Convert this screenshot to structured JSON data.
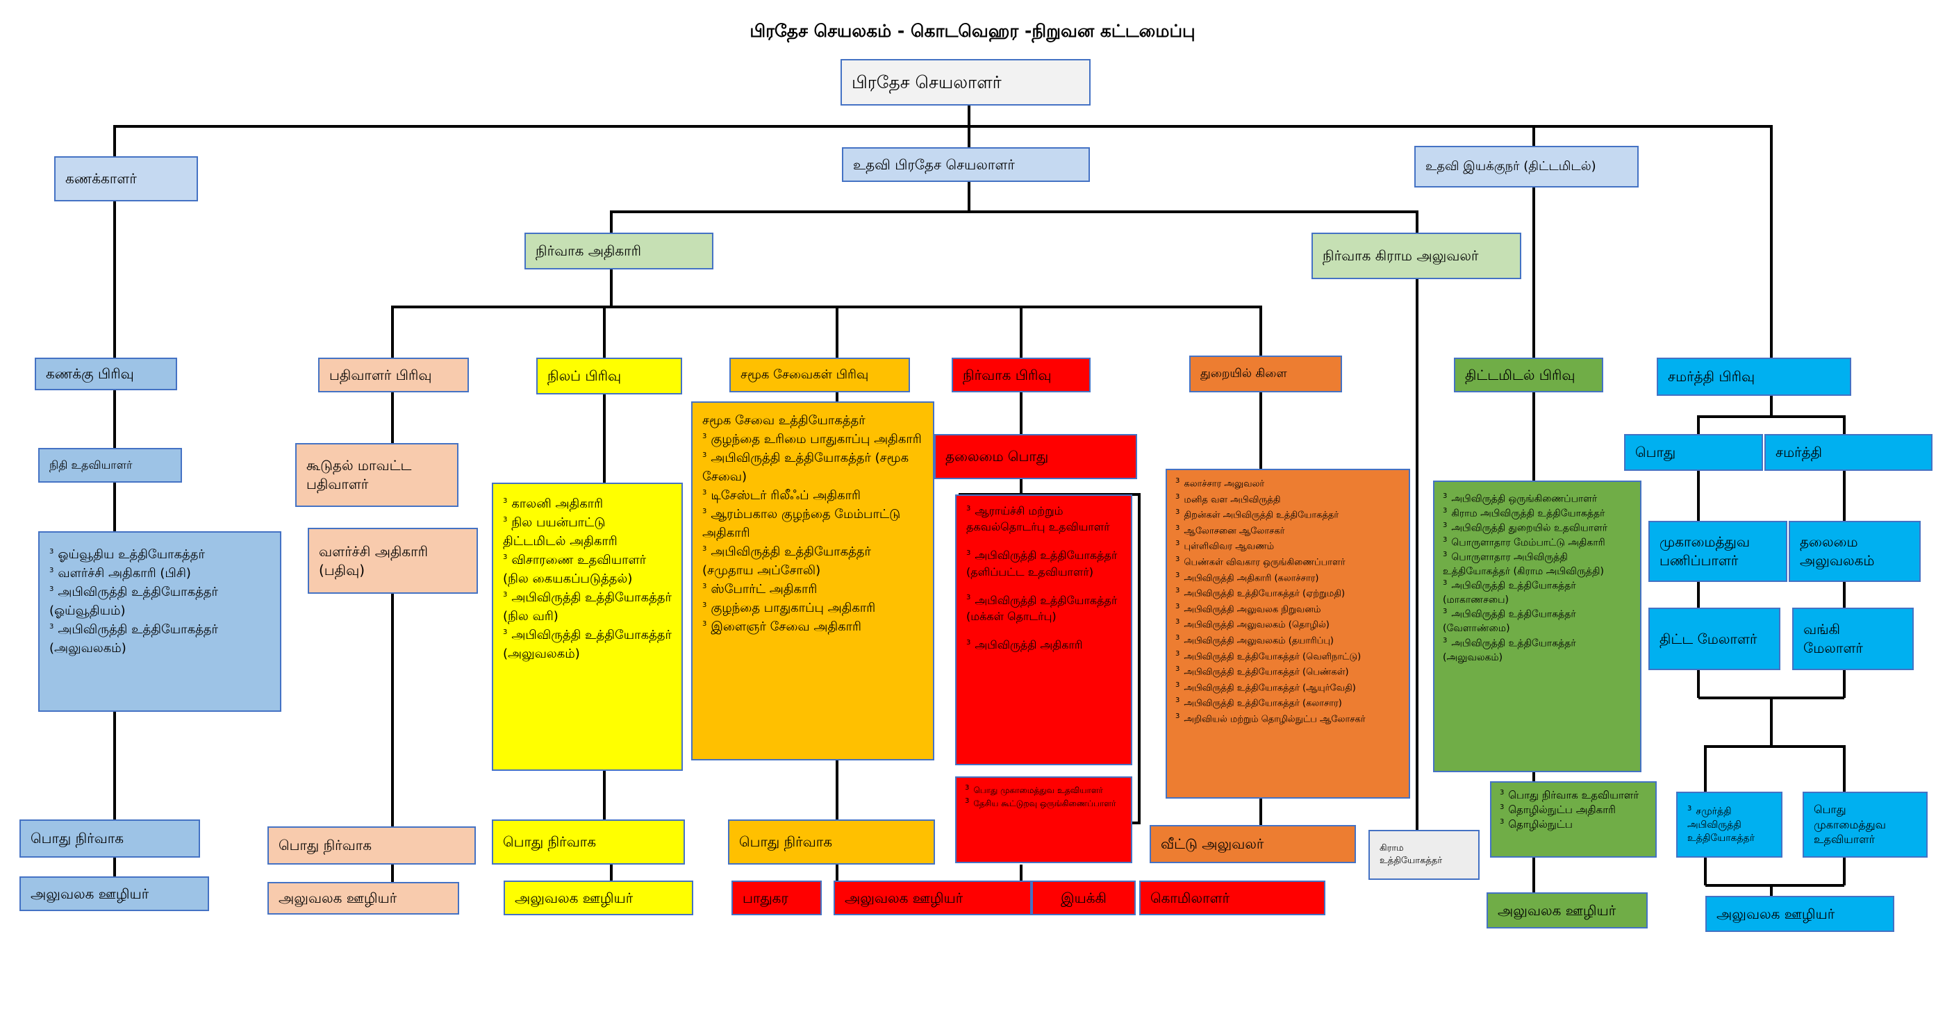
{
  "title": "பிரதேச செயலகம் - கொடவெஹர -நிறுவன கட்டமைப்பு",
  "top": {
    "secretary": "பிரதேச செயலாளர்",
    "accountant": "கணக்காளர்",
    "asst_secretary": "உதவி பிரதேச செயலாளர்",
    "asst_director": "உதவி இயக்குநர் (திட்டமிடல்)",
    "admin_officer": "நிர்வாக அதிகாரி",
    "admin_gn_officer": "நிர்வாக கிராம அலுவலர்"
  },
  "accounts": {
    "head": "கணக்கு பிரிவு",
    "finance_asst": "நிதி உதவியாளர்",
    "items": [
      "ஓய்வூதிய உத்தியோகத்தர்",
      "வளர்ச்சி அதிகாரி (பிசி)",
      "அபிவிருத்தி உத்தியோகத்தர் (ஓய்வூதியம்)",
      "அபிவிருத்தி   உத்தியோகத்தர் (அலுவலகம்)"
    ],
    "general_admin": "பொது நிர்வாக",
    "office_staff": "அலுவலக ஊழியர்"
  },
  "registrar": {
    "head": "பதிவாளர் பிரிவு",
    "addl_district": "கூடுதல் மாவட்ட பதிவாளர்",
    "dev_officer": "வளர்ச்சி அதிகாரி (பதிவு)",
    "general_admin": "பொது நிர்வாக",
    "office_staff": "அலுவலக ஊழியர்"
  },
  "land": {
    "head": "நிலப் பிரிவு",
    "items": [
      "காலனி அதிகாரி",
      "நில பயன்பாட்டு திட்டமிடல் அதிகாரி",
      "விசாரணை உதவியாளர் (நில கையகப்படுத்தல்)",
      "அபிவிருத்தி உத்தியோகத்தர் (நில வரி)",
      "அபிவிருத்தி உத்தியோகத்தர் (அலுவலகம்)"
    ],
    "general_admin": "பொது நிர்வாக",
    "office_staff": "அலுவலக ஊழியர்"
  },
  "social": {
    "head": "சமூக சேவைகள் பிரிவு",
    "lead": "சமூக சேவை உத்தியோகத்தர்",
    "items": [
      "குழந்தை உரிமை பாதுகாப்பு அதிகாரி",
      "அபிவிருத்தி உத்தியோகத்தர் (சமூக சேவை)",
      "டிசேஸ்டர் ரிலீஃப் அதிகாரி",
      "ஆரம்பகால குழந்தை மேம்பாட்டு அதிகாரி",
      "அபிவிருத்தி உத்தியோகத்தர் (சமுதாய அப்சோலி)",
      "ஸ்போர்ட் அதிகாரி",
      "குழந்தை பாதுகாப்பு அதிகாரி",
      "இளைஞர் சேவை அதிகாரி"
    ],
    "general_admin": "பொது நிர்வாக"
  },
  "admin": {
    "head": "நிர்வாக பிரிவு",
    "chief": "தலைமை பொது",
    "items": [
      "ஆராய்ச்சி மற்றும் தகவல்தொடர்பு உதவியாளர்",
      "அபிவிருத்தி உத்தியோகத்தர் (தளிப்பட்ட உதவியாளர்)",
      "அபிவிருத்தி உத்தியோகத்தர் (மக்கள் தொடர்பு)",
      "அபிவிருத்தி அதிகாரி"
    ],
    "sub_items": [
      "பொது முகாமைத்துவ உதவியாளர்",
      "தேசிய கூட்டுறவு ஒருங்கிணைப்பாளர்"
    ],
    "bottom": [
      "பாதுகர",
      "அலுவலக ஊழியர்",
      "இயக்கி",
      "கொமிலாளர்"
    ]
  },
  "industry": {
    "head": "துறையில் கிளை",
    "items": [
      "கலாச்சார அலுவலர்",
      "மனித வள அபிவிருத்தி",
      "திறன்கள் அபிவிருத்தி உத்தியோகத்தர்",
      "ஆலோசனை ஆலோசகர்",
      "புள்ளிவிவர ஆவணம்",
      "பெண்கள் விவகார ஒருங்கிணைப்பாளர்",
      "அபிவிருத்தி அதிகாரி (கலாச்சார)",
      "அபிவிருத்தி உத்தியோகத்தர் (ஏற்றுமதி)",
      "அபிவிருத்தி அலுவலக நிறுவனம்",
      "அபிவிருத்தி அலுவலகம் (தொழில்)",
      "அபிவிருத்தி அலுவலகம் (தயாரிப்பு)",
      "அபிவிருத்தி உத்தியோகத்தர் (வெளிநாட்டு)",
      "அபிவிருத்தி உத்தியோகத்தர் (பெண்கள்)",
      "அபிவிருத்தி உத்தியோகத்தர் (ஆயுர்வேதி)",
      "அபிவிருத்தி உத்தியோகத்தர் (கலாசார)",
      "அறிவியல் மற்றும் தொழில்நுட்ப ஆலோசகர்"
    ],
    "home_officer": "வீட்டு அலுவலர்"
  },
  "gn_officer": "கிராம உத்தியோகத்தர்",
  "planning": {
    "head": "திட்டமிடல் பிரிவு",
    "items": [
      "அபிவிருத்தி ஒருங்கிணைப்பாளர்",
      "கிராம அபிவிருத்தி உத்தியோகத்தர்",
      "அபிவிருத்தி துறையில் உதவியாளர்",
      "பொருளாதார மேம்பாட்டு அதிகாரி",
      "பொருளாதார அபிவிருத்தி உத்தியோகத்தர் (கிராம அபிவிருத்தி)",
      "அபிவிருத்தி உத்தியோகத்தர் (மாகாணசபை)",
      "அபிவிருத்தி உத்தியோகத்தர் (வேளாண்மை)",
      "அபிவிருத்தி உத்தியோகத்தர் (அலுவலகம்)"
    ],
    "sub_items": [
      "பொது நிர்வாக உதவியாளர்",
      "தொழில்நுட்ப அதிகாரி",
      "தொழில்நுட்ப"
    ],
    "office_staff": "அலுவலக ஊழியர்"
  },
  "samurdhi": {
    "head": "சமர்த்தி பிரிவு",
    "general": "பொது",
    "samurdhi": "சமர்த்தி",
    "mgmt_assistant": "முகாமைத்துவ பணிப்பாளர்",
    "chief_officer": "தலைமை அலுவலகம்",
    "project_manager": "திட்ட மேலாளர்",
    "bank_manager": "வங்கி மேலாளர்",
    "dev_officer": "சமுர்த்தி அபிவிருத்தி உத்தியோகத்தர்",
    "gen_mgmt_asst": "பொது முகாமைத்துவ உதவியாளர்",
    "office_staff": "அலுவலக ஊழியர்"
  },
  "colors": {
    "border": "#4472c4",
    "top": "#f2f2f2",
    "light_blue": "#c5d9f1",
    "mid_blue": "#9dc3e6",
    "green_light": "#c6e0b4",
    "peach": "#f8cbad",
    "yellow": "#ffff00",
    "amber": "#ffc000",
    "red": "#ff0000",
    "orange": "#ed7d31",
    "green": "#70ad47",
    "cyan": "#00b0f0"
  }
}
